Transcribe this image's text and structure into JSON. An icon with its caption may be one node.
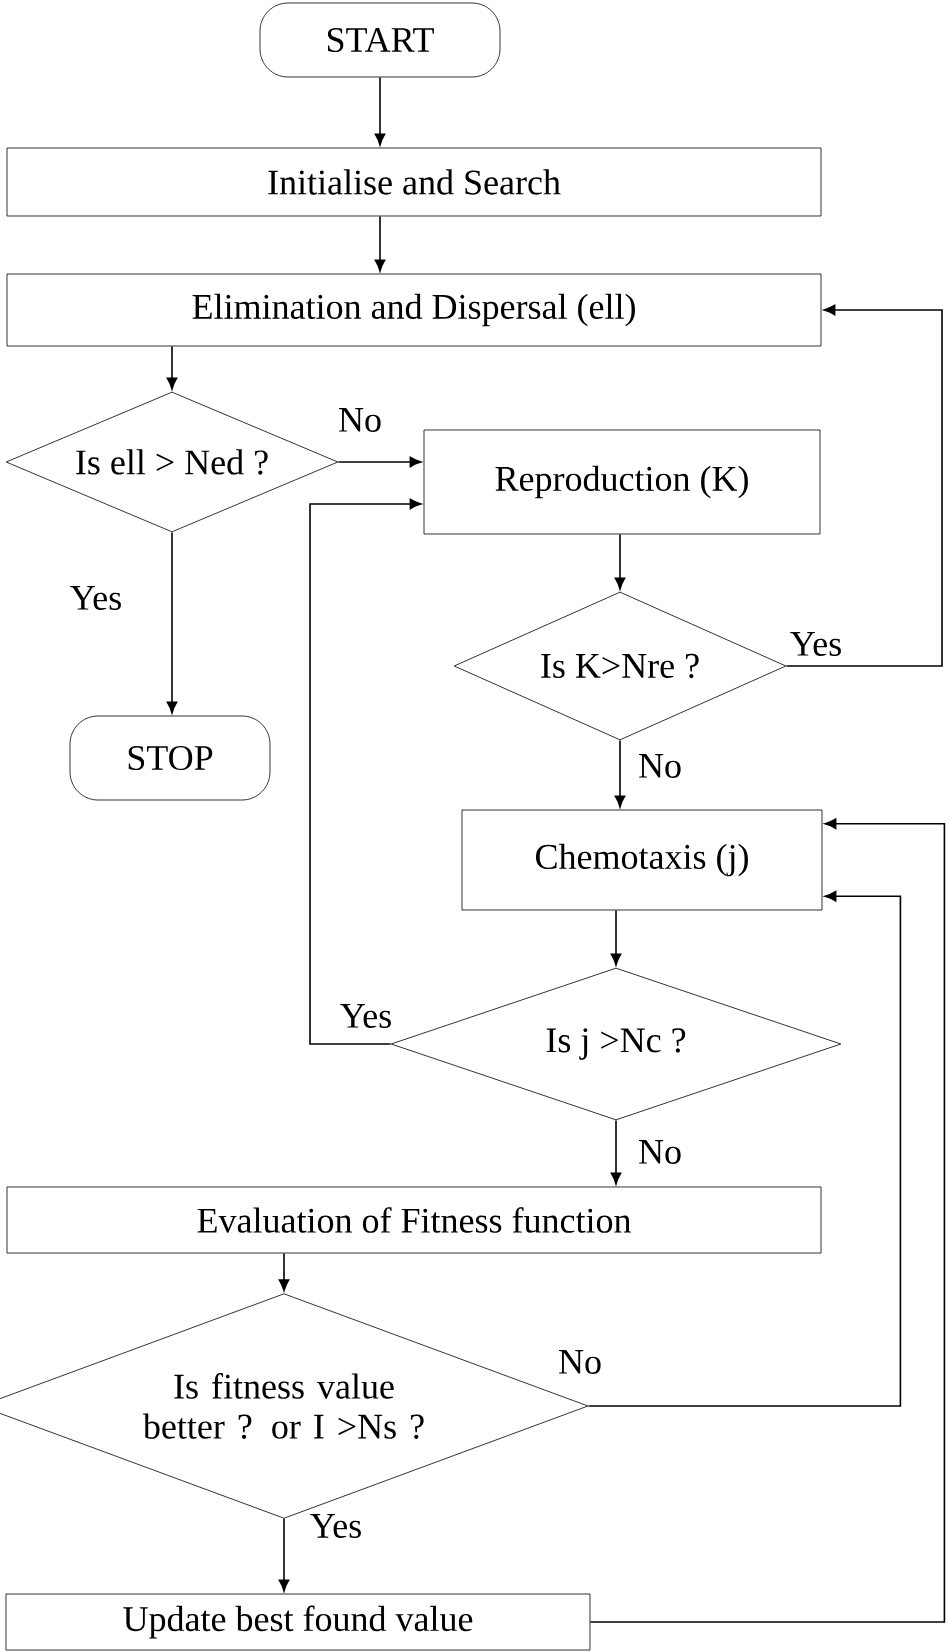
{
  "diagram": {
    "nodes": [
      {
        "text": [
          "START"
        ]
      },
      {
        "text": [
          "Initialise and Search"
        ]
      },
      {
        "text": [
          "Elimination and Dispersal (ell)"
        ]
      },
      {
        "text": [
          "Is ell > Ned ?"
        ]
      },
      {
        "text": [
          "Reproduction (K)"
        ]
      },
      {
        "text": [
          "Is K>Nre ?"
        ]
      },
      {
        "text": [
          "STOP"
        ]
      },
      {
        "text": [
          "Chemotaxis (j)"
        ]
      },
      {
        "text": [
          "Is j >Nc ?"
        ]
      },
      {
        "text": [
          "Evaluation of Fitness function"
        ]
      },
      {
        "text": [
          "Is fitness value better ? or I >Ns ?"
        ]
      },
      {
        "text": [
          "Update best found value"
        ]
      }
    ],
    "edges": [
      {
        "from": 0,
        "to": 1,
        "arrow": "to"
      },
      {
        "from": 1,
        "to": 2,
        "arrow": "to"
      },
      {
        "from": 2,
        "to": 3,
        "arrow": "to"
      },
      {
        "from": 3,
        "to": 4,
        "arrow": "to",
        "label": "No"
      },
      {
        "from": 3,
        "to": 6,
        "arrow": "to",
        "label": "Yes"
      },
      {
        "from": 4,
        "to": 5,
        "arrow": "to"
      },
      {
        "from": 5,
        "to": 2,
        "arrow": "to",
        "label": "Yes"
      },
      {
        "from": 5,
        "to": 7,
        "arrow": "to",
        "label": "No"
      },
      {
        "from": 7,
        "to": 8,
        "arrow": "to"
      },
      {
        "from": 8,
        "to": 4,
        "arrow": "to",
        "label": "Yes"
      },
      {
        "from": 8,
        "to": 9,
        "arrow": "to",
        "label": "No"
      },
      {
        "from": 9,
        "to": 10,
        "arrow": "to"
      },
      {
        "from": 10,
        "to": 7,
        "arrow": "to",
        "label": "No"
      },
      {
        "from": 10,
        "to": 11,
        "arrow": "to",
        "label": "Yes"
      },
      {
        "from": 11,
        "to": 7,
        "arrow": "to"
      }
    ]
  }
}
